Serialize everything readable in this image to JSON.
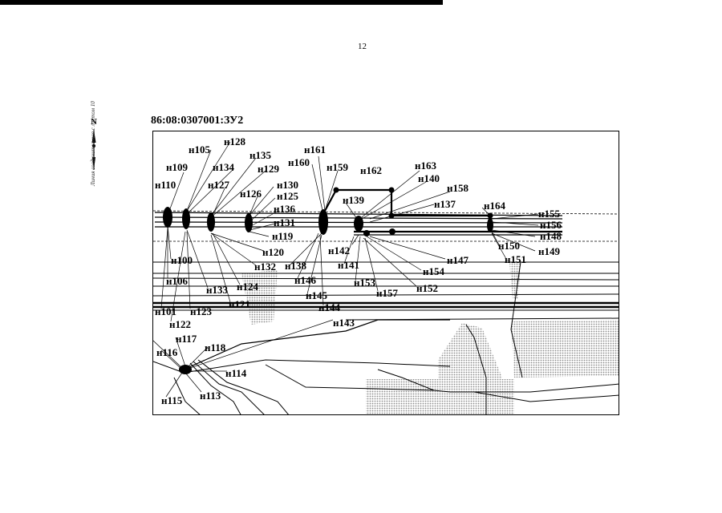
{
  "page": {
    "number": "12"
  },
  "title": "86:08:0307001:ЗУ2",
  "north_label": "N",
  "side_caption": "Линия соединительная с листом 10",
  "colors": {
    "ink": "#000000",
    "hatch": "#9a9a9a",
    "paper": "#ffffff"
  },
  "points": [
    {
      "id": "p128",
      "label": "н128"
    },
    {
      "id": "p105",
      "label": "н105"
    },
    {
      "id": "p135",
      "label": "н135"
    },
    {
      "id": "p161",
      "label": "н161"
    },
    {
      "id": "p109",
      "label": "н109"
    },
    {
      "id": "p134",
      "label": "н134"
    },
    {
      "id": "p129",
      "label": "н129"
    },
    {
      "id": "p160",
      "label": "н160"
    },
    {
      "id": "p159",
      "label": "н159"
    },
    {
      "id": "p162",
      "label": "н162"
    },
    {
      "id": "p163",
      "label": "н163"
    },
    {
      "id": "p110",
      "label": "н110"
    },
    {
      "id": "p127",
      "label": "н127"
    },
    {
      "id": "p130",
      "label": "н130"
    },
    {
      "id": "p140",
      "label": "н140"
    },
    {
      "id": "p126",
      "label": "н126"
    },
    {
      "id": "p125",
      "label": "н125"
    },
    {
      "id": "p158",
      "label": "н158"
    },
    {
      "id": "p139",
      "label": "н139"
    },
    {
      "id": "p137",
      "label": "н137"
    },
    {
      "id": "p164",
      "label": "н164"
    },
    {
      "id": "p136",
      "label": "н136"
    },
    {
      "id": "p155",
      "label": "н155"
    },
    {
      "id": "p131",
      "label": "н131"
    },
    {
      "id": "p156",
      "label": "н156"
    },
    {
      "id": "p119",
      "label": "н119"
    },
    {
      "id": "p148",
      "label": "н148"
    },
    {
      "id": "p150",
      "label": "н150"
    },
    {
      "id": "p142",
      "label": "н142"
    },
    {
      "id": "p120",
      "label": "н120"
    },
    {
      "id": "p149",
      "label": "н149"
    },
    {
      "id": "p100",
      "label": "н100"
    },
    {
      "id": "p147",
      "label": "н147"
    },
    {
      "id": "p151",
      "label": "н151"
    },
    {
      "id": "p141",
      "label": "н141"
    },
    {
      "id": "p132",
      "label": "н132"
    },
    {
      "id": "p138",
      "label": "н138"
    },
    {
      "id": "p154",
      "label": "н154"
    },
    {
      "id": "p106",
      "label": "н106"
    },
    {
      "id": "p146",
      "label": "н146"
    },
    {
      "id": "p153",
      "label": "н153"
    },
    {
      "id": "p124",
      "label": "н124"
    },
    {
      "id": "p133",
      "label": "н133"
    },
    {
      "id": "p152",
      "label": "н152"
    },
    {
      "id": "p145",
      "label": "н145"
    },
    {
      "id": "p157",
      "label": "н157"
    },
    {
      "id": "p121",
      "label": "н121"
    },
    {
      "id": "p101",
      "label": "н101"
    },
    {
      "id": "p123",
      "label": "н123"
    },
    {
      "id": "p144",
      "label": "н144"
    },
    {
      "id": "p143",
      "label": "н143"
    },
    {
      "id": "p122",
      "label": "н122"
    },
    {
      "id": "p117",
      "label": "н117"
    },
    {
      "id": "p118",
      "label": "н118"
    },
    {
      "id": "p116",
      "label": "н116"
    },
    {
      "id": "p114",
      "label": "н114"
    },
    {
      "id": "p113",
      "label": "н113"
    },
    {
      "id": "p115",
      "label": "н115"
    }
  ]
}
